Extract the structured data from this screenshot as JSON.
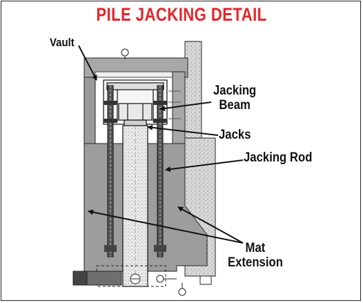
{
  "title": "PILE JACKING DETAIL",
  "labels": {
    "vault": "Vault",
    "jacking_beam_line1": "Jacking",
    "jacking_beam_line2": "Beam",
    "jacks": "Jacks",
    "jacking_rod": "Jacking Rod",
    "mat_extension_line1": "Mat",
    "mat_extension_line2": "Extension"
  },
  "colors": {
    "title": "#e8232a",
    "concrete_dark": "#9a9a9a",
    "concrete_mid": "#bdbdbd",
    "speckle": "#e6e6e6",
    "line": "#111111"
  }
}
